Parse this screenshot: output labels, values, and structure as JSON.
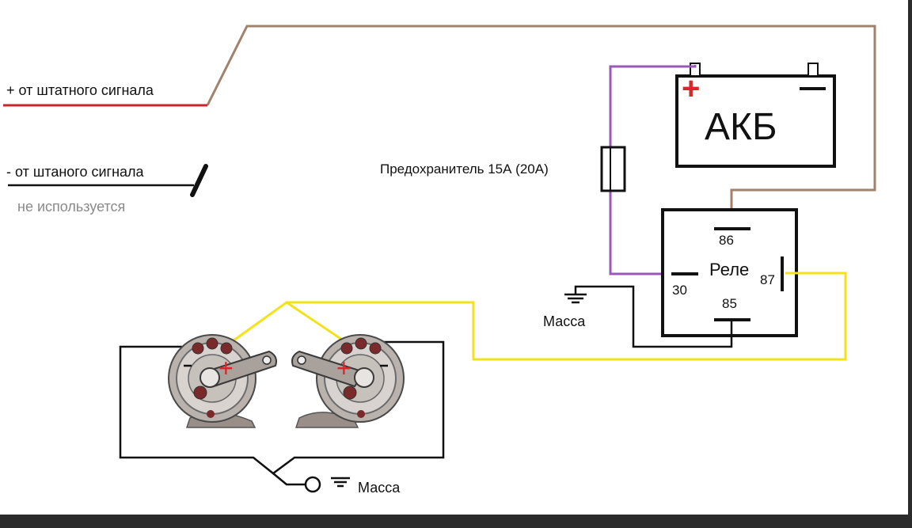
{
  "labels": {
    "plus_signal": "+ от штатного сигнала",
    "minus_signal": "- от штаного сигнала",
    "not_used": "не используется",
    "fuse": "Предохранитель 15А (20А)",
    "battery": "АКБ",
    "relay": "Реле",
    "pin_86": "86",
    "pin_30": "30",
    "pin_87": "87",
    "pin_85": "85",
    "ground_relay": "Масса",
    "ground_horns": "Масса",
    "battery_plus": "+",
    "horn_left_plus": "+",
    "horn_right_plus": "+"
  },
  "colors": {
    "background": "#ffffff",
    "frame": "#2b2b2b",
    "brown_wire": "#a0826d",
    "red_wire": "#c8262b",
    "purple_wire": "#9b59b6",
    "yellow_wire": "#f1e21a",
    "black_wire": "#111111",
    "plus_mark": "#d9262b",
    "gray_text": "#8a8a8a"
  }
}
